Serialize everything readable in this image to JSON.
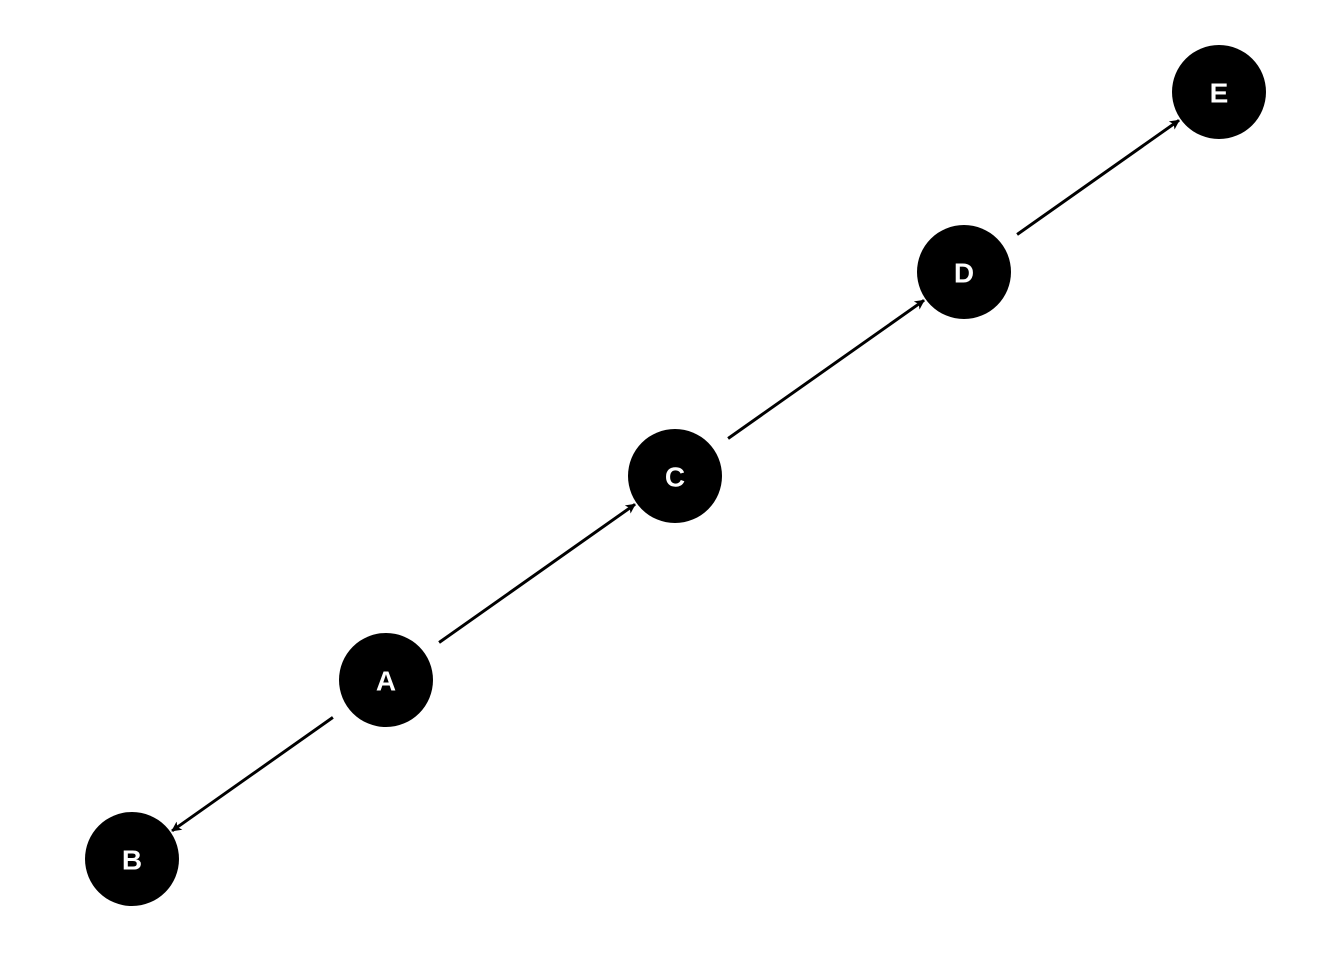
{
  "diagram": {
    "type": "directed-graph",
    "colors": {
      "node_fill": "#000000",
      "label": "#ffffff",
      "edge": "#000000"
    },
    "nodes": [
      {
        "id": "A",
        "label": "A"
      },
      {
        "id": "B",
        "label": "B"
      },
      {
        "id": "C",
        "label": "C"
      },
      {
        "id": "D",
        "label": "D"
      },
      {
        "id": "E",
        "label": "E"
      }
    ],
    "edges": [
      {
        "from": "A",
        "to": "B"
      },
      {
        "from": "A",
        "to": "C"
      },
      {
        "from": "C",
        "to": "D"
      },
      {
        "from": "D",
        "to": "E"
      }
    ]
  }
}
